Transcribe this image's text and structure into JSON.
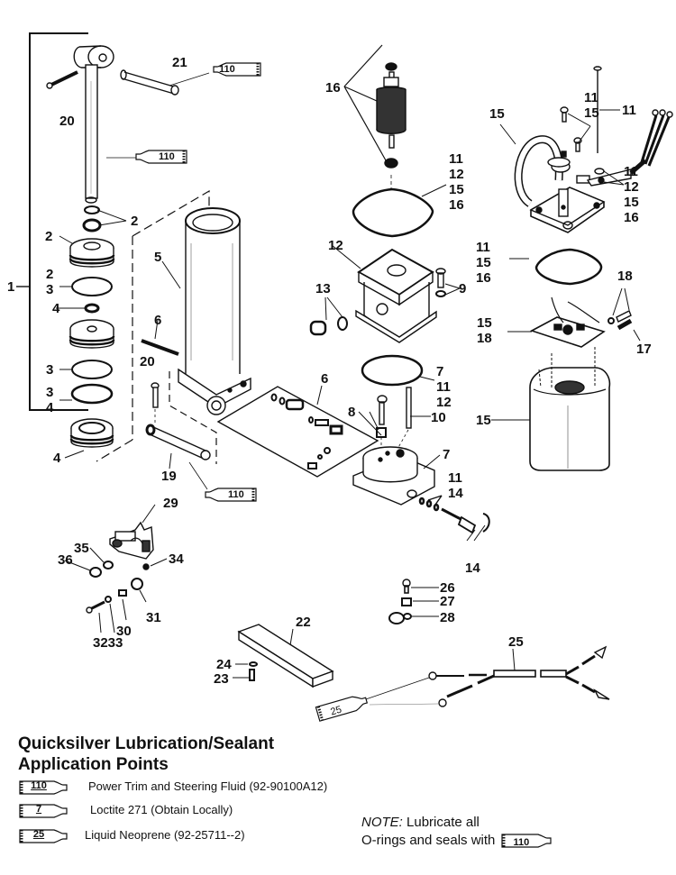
{
  "diagram": {
    "title": "Power Trim Pump and Cylinder Exploded View",
    "callouts": [
      {
        "id": "c1",
        "text": "1"
      },
      {
        "id": "c2a",
        "text": "2"
      },
      {
        "id": "c2b",
        "text": "2"
      },
      {
        "id": "c2-3",
        "text": "2\n3"
      },
      {
        "id": "c4a",
        "text": "4"
      },
      {
        "id": "c3a",
        "text": "3"
      },
      {
        "id": "c3-4",
        "text": "3\n4"
      },
      {
        "id": "c4b",
        "text": "4"
      },
      {
        "id": "c5",
        "text": "5"
      },
      {
        "id": "c6a",
        "text": "6"
      },
      {
        "id": "c6b",
        "text": "6"
      },
      {
        "id": "c20a",
        "text": "20"
      },
      {
        "id": "c20b",
        "text": "20"
      },
      {
        "id": "c21",
        "text": "21"
      },
      {
        "id": "c19",
        "text": "19"
      },
      {
        "id": "c16",
        "text": "16"
      },
      {
        "id": "c11-16a",
        "text": "11\n12\n15\n16"
      },
      {
        "id": "c12",
        "text": "12"
      },
      {
        "id": "c13",
        "text": "13"
      },
      {
        "id": "c9",
        "text": "9"
      },
      {
        "id": "c7-12",
        "text": "7\n11\n12"
      },
      {
        "id": "c8",
        "text": "8"
      },
      {
        "id": "c10",
        "text": "10"
      },
      {
        "id": "c7b",
        "text": "7"
      },
      {
        "id": "c11-14",
        "text": "11\n14"
      },
      {
        "id": "c14",
        "text": "14"
      },
      {
        "id": "c15a",
        "text": "15"
      },
      {
        "id": "c11-15",
        "text": "11\n15"
      },
      {
        "id": "c11r",
        "text": "11"
      },
      {
        "id": "c11-16b",
        "text": "11\n12\n15\n16"
      },
      {
        "id": "c11-16c",
        "text": "11\n15\n16"
      },
      {
        "id": "c18a",
        "text": "18"
      },
      {
        "id": "c15-18",
        "text": "15\n18"
      },
      {
        "id": "c17",
        "text": "17"
      },
      {
        "id": "c15b",
        "text": "15"
      },
      {
        "id": "c29",
        "text": "29"
      },
      {
        "id": "c35",
        "text": "35"
      },
      {
        "id": "c36",
        "text": "36"
      },
      {
        "id": "c34",
        "text": "34"
      },
      {
        "id": "c31",
        "text": "31"
      },
      {
        "id": "c30",
        "text": "30"
      },
      {
        "id": "c32-33",
        "text": "3233"
      },
      {
        "id": "c22",
        "text": "22"
      },
      {
        "id": "c24",
        "text": "24"
      },
      {
        "id": "c23",
        "text": "23"
      },
      {
        "id": "c26",
        "text": "26"
      },
      {
        "id": "c27",
        "text": "27"
      },
      {
        "id": "c28",
        "text": "28"
      },
      {
        "id": "c25",
        "text": "25"
      }
    ],
    "tube_labels": {
      "t1": "110",
      "t2": "110",
      "t3": "110",
      "t4": "25"
    }
  },
  "legend": {
    "title_line1": "Quicksilver Lubrication/Sealant",
    "title_line2": "Application Points",
    "items": [
      {
        "number": "110",
        "description": "Power Trim  and Steering Fluid (92-90100A12)"
      },
      {
        "number": "7",
        "description": "Loctite 271 (Obtain Locally)"
      },
      {
        "number": "25",
        "description": "Liquid Neoprene (92-25711--2)"
      }
    ]
  },
  "note": {
    "label": "NOTE:",
    "line1": " Lubricate all",
    "line2": "O-rings and seals with",
    "tube_number": "110"
  }
}
